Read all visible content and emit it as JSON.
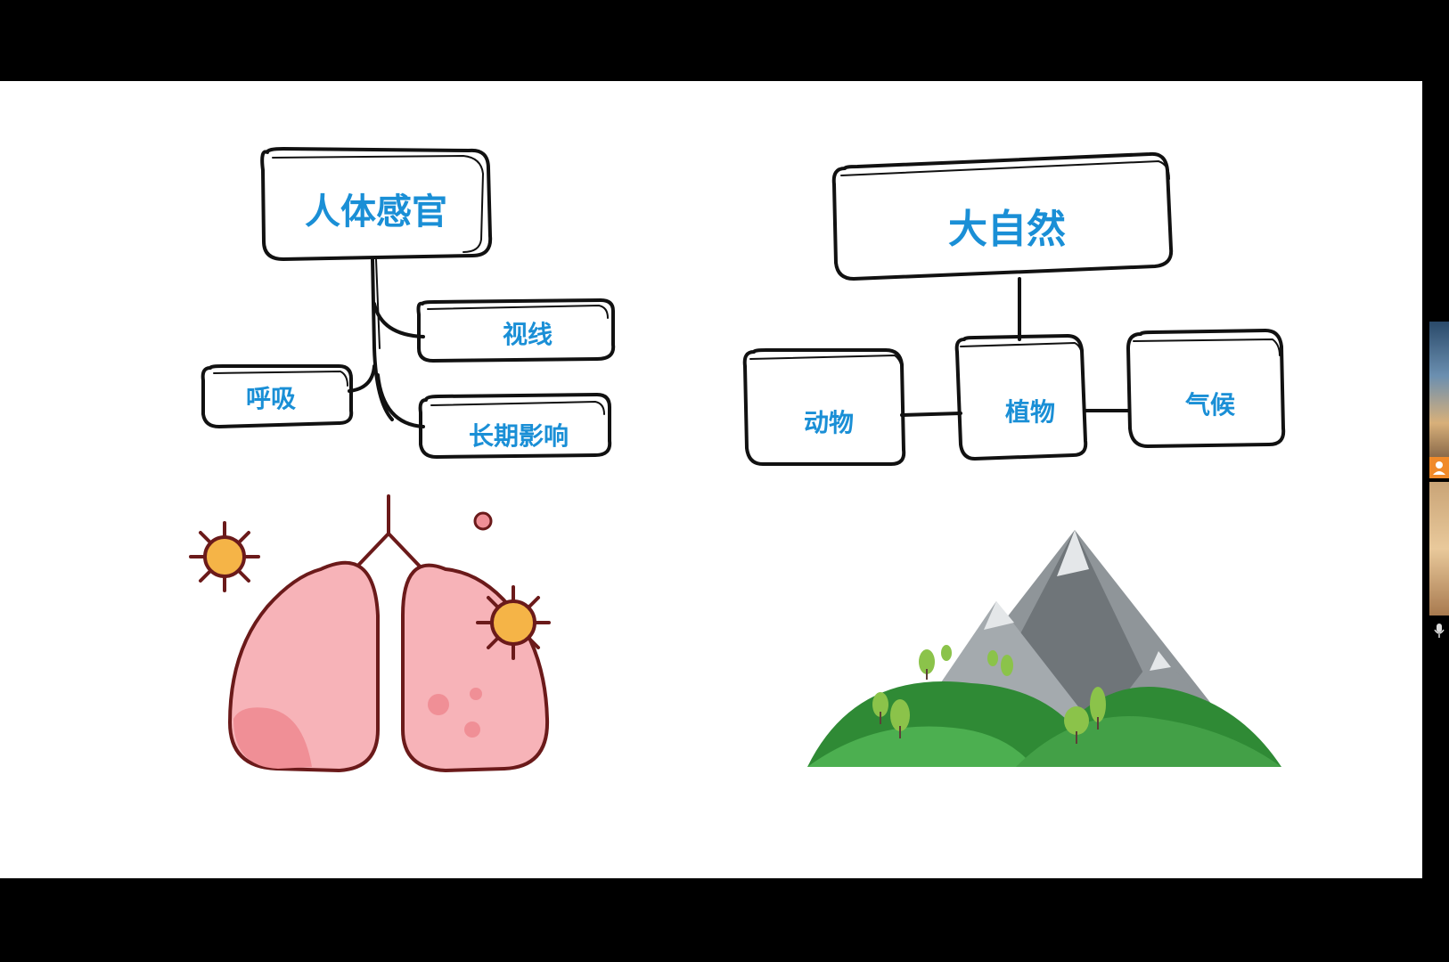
{
  "left_map": {
    "root": "人体感官",
    "children": [
      "视线",
      "呼吸",
      "长期影响"
    ]
  },
  "right_map": {
    "root": "大自然",
    "children": [
      "动物",
      "植物",
      "气候"
    ]
  },
  "illustrations": [
    "lungs-illustration",
    "mountain-illustration"
  ],
  "colors": {
    "label_blue": "#1a8fd6",
    "lung_pink": "#f7b3b8",
    "lung_outline": "#6b1a1a",
    "virus_orange": "#f5b447",
    "mountain_gray": "#8f9599",
    "hill_green": "#3d9b3f"
  },
  "side_panel": {
    "participant_icon": "person-icon",
    "mic_icon": "microphone-icon"
  }
}
